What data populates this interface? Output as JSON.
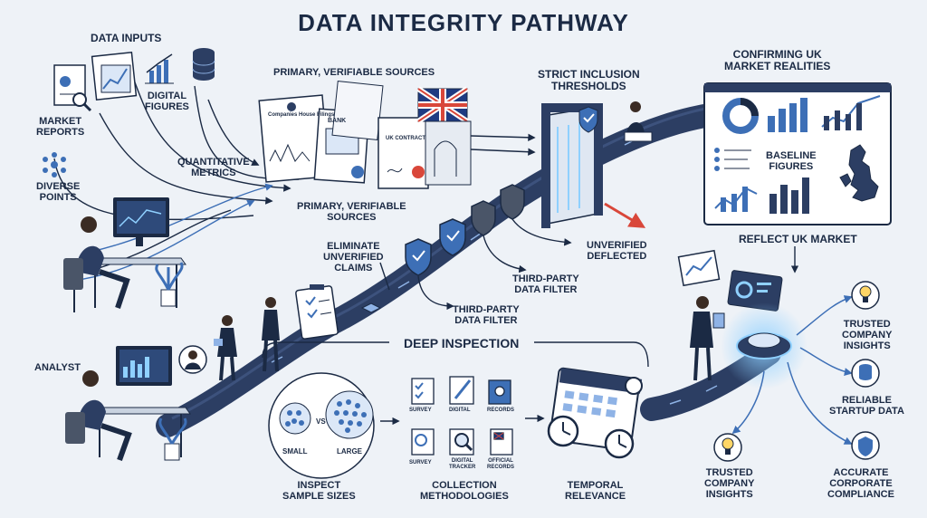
{
  "title": "DATA INTEGRITY PATHWAY",
  "labels": {
    "data_inputs": "DATA INPUTS",
    "market_reports": [
      "MARKET",
      "REPORTS"
    ],
    "digital_figures": [
      "DIGITAL",
      "FIGURES"
    ],
    "diverse_points": [
      "DIVERSE",
      "POINTS"
    ],
    "quantitative_metrics": [
      "QUANTITATIVE",
      "METRICS"
    ],
    "primary_sources_top": "PRIMARY, VERIFIABLE SOURCES",
    "primary_sources_mid": [
      "PRIMARY, VERIFIABLE",
      "SOURCES"
    ],
    "strict_inclusion": [
      "STRICT INCLUSION",
      "THRESHOLDS"
    ],
    "confirming_uk": [
      "CONFIRMING UK",
      "MARKET REALITIES"
    ],
    "baseline_figures": [
      "BASELINE",
      "FIGURES"
    ],
    "reflect_uk_market": "REFLECT UK MARKET",
    "unverified_deflected": [
      "UNVERIFIED",
      "DEFLECTED"
    ],
    "eliminate_unverified": [
      "ELIMINATE",
      "UNVERIFIED",
      "CLAIMS"
    ],
    "third_party_1": [
      "THIRD-PARTY",
      "DATA FILTER"
    ],
    "third_party_2": [
      "THIRD-PARTY",
      "DATA FILTER"
    ],
    "analyst": "ANALYST",
    "deep_inspection": "DEEP INSPECTION",
    "small": "SMALL",
    "vs": "VS",
    "large": "LARGE",
    "inspect_sample_sizes": [
      "INSPECT",
      "SAMPLE SIZES"
    ],
    "collection_methodologies": [
      "COLLECTION",
      "METHODOLOGIES"
    ],
    "temporal_relevance": [
      "TEMPORAL",
      "RELEVANCE"
    ],
    "trusted_company_1": [
      "TRUSTED",
      "COMPANY",
      "INSIGHTS"
    ],
    "reliable_startup": [
      "RELIABLE",
      "STARTUP DATA"
    ],
    "trusted_company_2": [
      "TRUSTED",
      "COMPANY",
      "INSIGHTS"
    ],
    "accurate_corporate": [
      "ACCURATE",
      "CORPORATE",
      "COMPLIANCE"
    ]
  },
  "doc_text": {
    "companies_house": "Companies House Filings",
    "bank": "BANK",
    "uk_contract": "UK CONTRACT"
  },
  "method_items": {
    "survey_1": "SURVEY",
    "digital": "DIGITAL",
    "records": "RECORDS",
    "survey_2": "SURVEY",
    "digital_tracker": [
      "DIGITAL",
      "TRACKER"
    ],
    "official_records": [
      "OFFICIAL",
      "RECORDS"
    ]
  },
  "icons": [
    "report-icon",
    "bar-chart-icon",
    "database-icon",
    "network-icon",
    "shield-check-icon",
    "uk-flag-icon",
    "calendar-icon",
    "clock-icon",
    "lightbulb-icon",
    "magnifier-icon",
    "uk-map-icon"
  ],
  "colors": {
    "navy": "#1b2a44",
    "path": "#2c3e63",
    "accent_blue": "#3d6fb6",
    "light_blue": "#8fb3e6",
    "red": "#d9473a",
    "bg": "#eef2f7"
  }
}
